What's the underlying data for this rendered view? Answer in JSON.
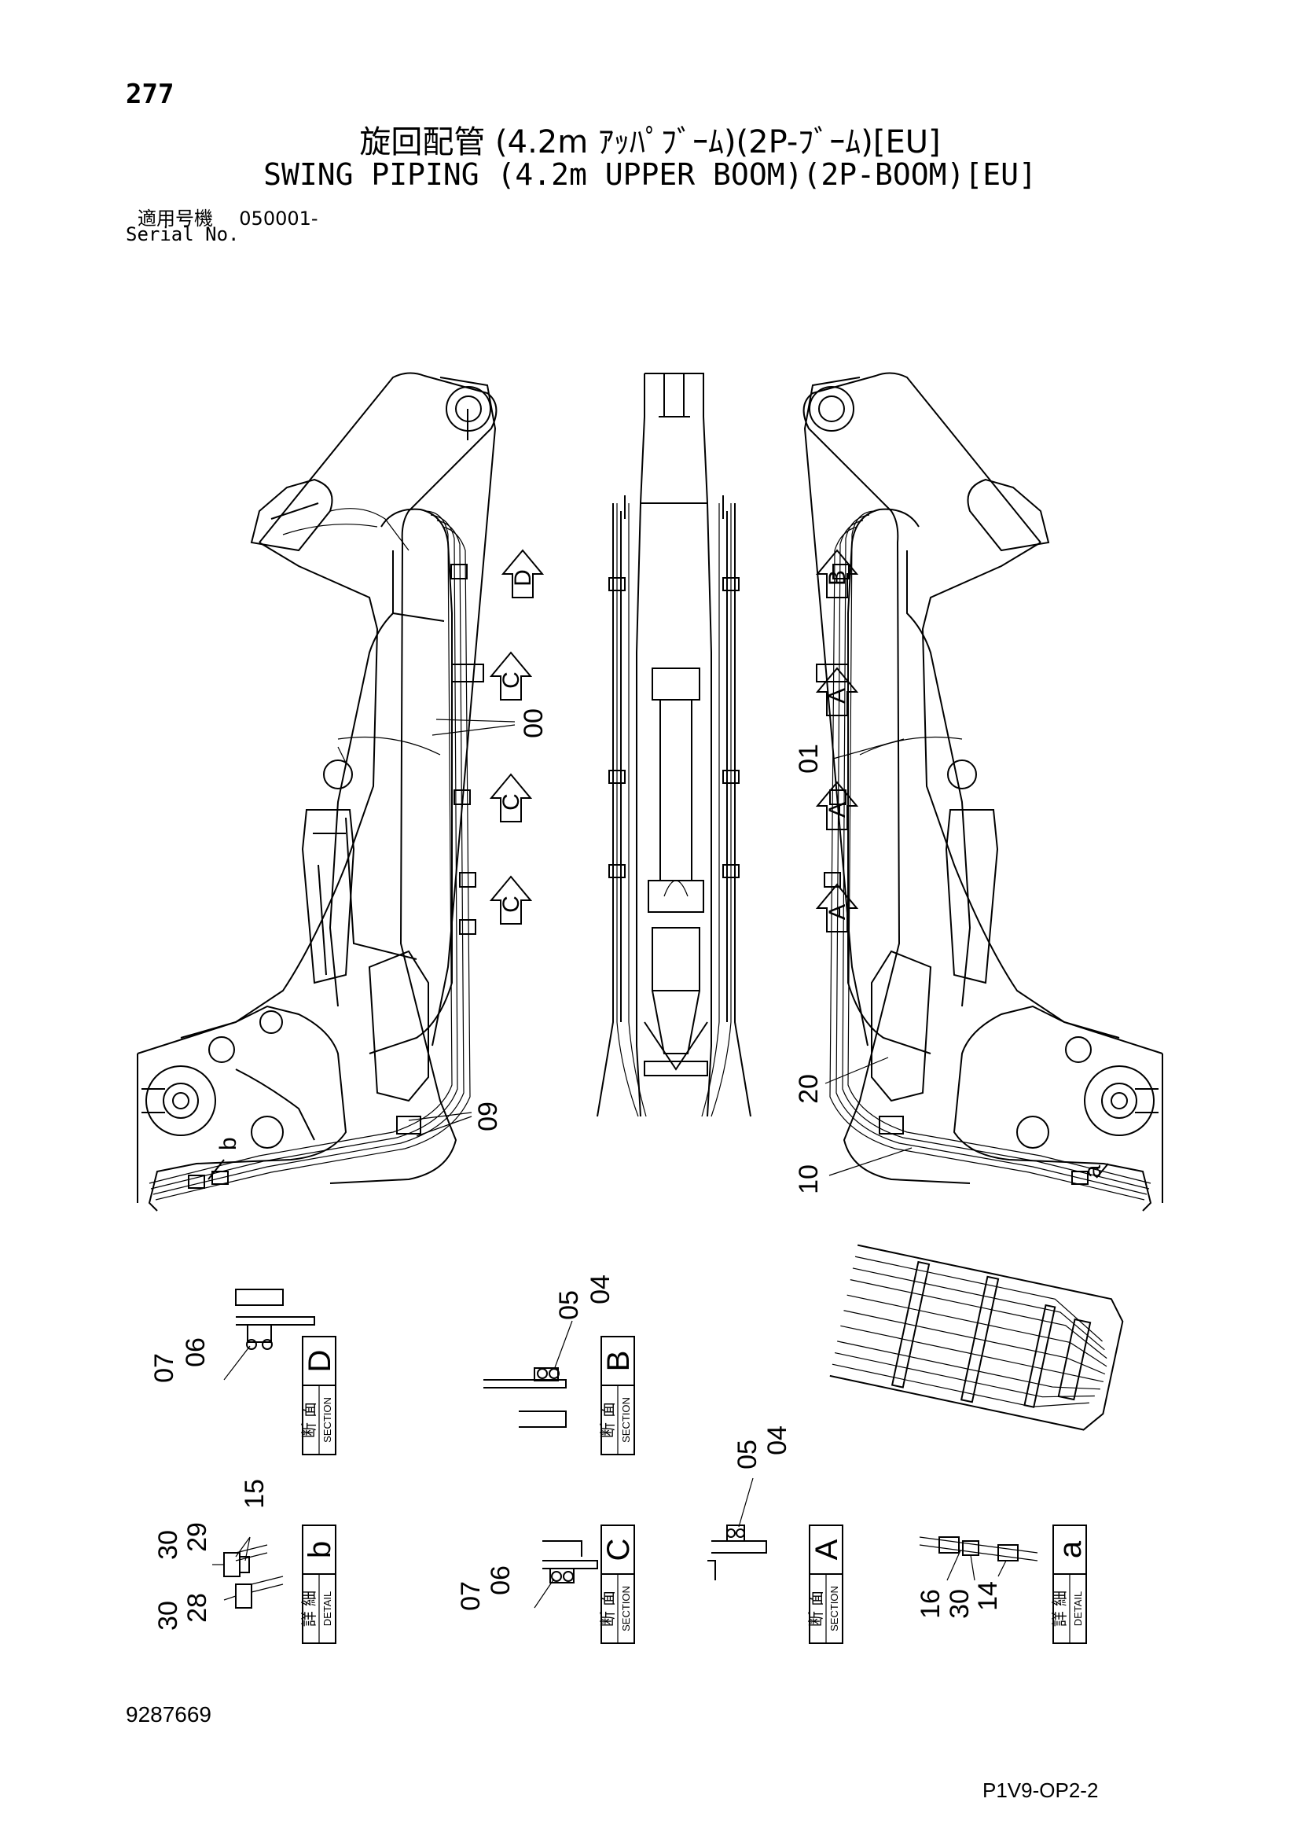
{
  "header": {
    "page_number": "277",
    "title_jp": "旋回配管 (4.2m ｱｯﾊﾟﾌﾞｰﾑ)(2P-ﾌﾞｰﾑ)[EU]",
    "title_en": "SWING PIPING (4.2m UPPER BOOM)(2P-BOOM)[EU]",
    "serial_label_jp": "適用号機",
    "serial_value": "050001-",
    "serial_label_en": "Serial No."
  },
  "callouts": {
    "c00": "00",
    "c01": "01",
    "c09": "09",
    "c10": "10",
    "c20": "20"
  },
  "view_arrows": {
    "D": "D",
    "C": "C",
    "B": "B",
    "A": "A"
  },
  "detail_markers": {
    "b": "b",
    "a": "a"
  },
  "details": [
    {
      "letter": "D",
      "kind_jp": "断 面",
      "kind_en": "SECTION",
      "parts": [
        "07",
        "06"
      ]
    },
    {
      "letter": "B",
      "kind_jp": "断 面",
      "kind_en": "SECTION",
      "parts": [
        "05",
        "04"
      ]
    },
    {
      "letter": "b",
      "kind_jp": "詳 細",
      "kind_en": "DETAIL",
      "parts": [
        "30",
        "29",
        "15",
        "30",
        "28"
      ]
    },
    {
      "letter": "C",
      "kind_jp": "断 面",
      "kind_en": "SECTION",
      "parts": [
        "07",
        "06"
      ]
    },
    {
      "letter": "A",
      "kind_jp": "断 面",
      "kind_en": "SECTION",
      "parts": [
        "05",
        "04"
      ]
    },
    {
      "letter": "a",
      "kind_jp": "詳 細",
      "kind_en": "DETAIL",
      "parts": [
        "16",
        "30",
        "14"
      ]
    }
  ],
  "footer": {
    "doc_number": "9287669",
    "drawing_code": "P1V9-OP2-2"
  }
}
